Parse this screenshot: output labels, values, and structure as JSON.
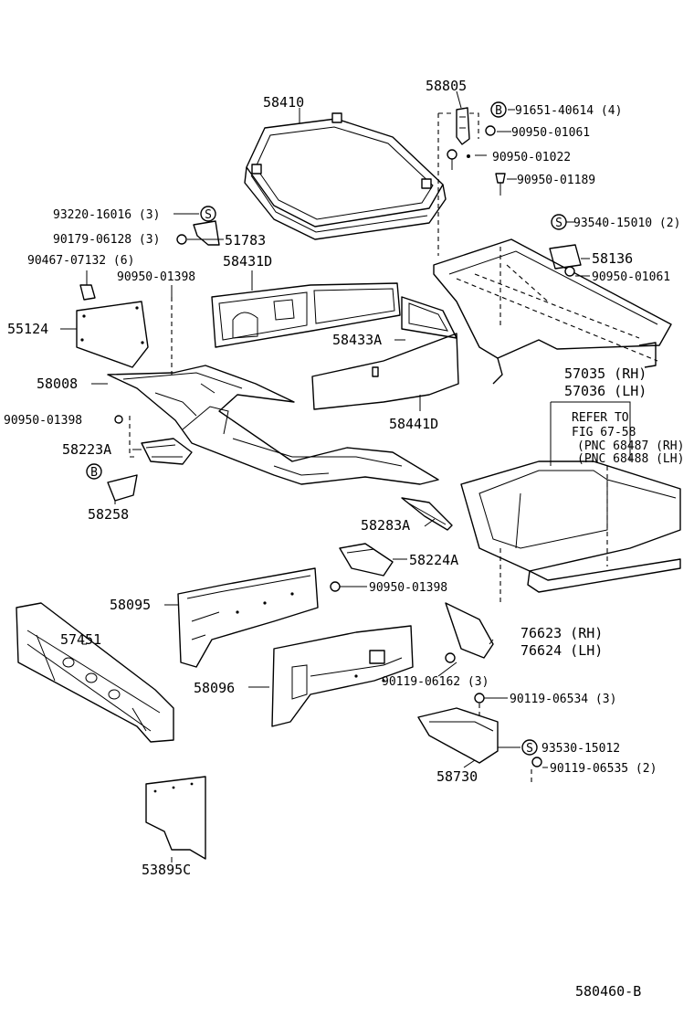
{
  "diagram_id": "580460-B",
  "parts": [
    {
      "key": "p58410",
      "label": "58410"
    },
    {
      "key": "p58805",
      "label": "58805"
    },
    {
      "key": "p91651",
      "label": "91651-40614 (4)"
    },
    {
      "key": "p90950a",
      "label": "90950-01061"
    },
    {
      "key": "p90950b",
      "label": "90950-01022"
    },
    {
      "key": "p90950c",
      "label": "90950-01189"
    },
    {
      "key": "p93220",
      "label": "93220-16016 (3)"
    },
    {
      "key": "p90179",
      "label": "90179-06128 (3)"
    },
    {
      "key": "p51783",
      "label": "51783"
    },
    {
      "key": "p90467",
      "label": "90467-07132 (6)"
    },
    {
      "key": "p58431",
      "label": "58431D"
    },
    {
      "key": "p90950d",
      "label": "90950-01398"
    },
    {
      "key": "p93540",
      "label": "93540-15010 (2)"
    },
    {
      "key": "p58136",
      "label": "58136"
    },
    {
      "key": "p90950e",
      "label": "90950-01061"
    },
    {
      "key": "p55124",
      "label": "55124"
    },
    {
      "key": "p58433",
      "label": "58433A"
    },
    {
      "key": "p58008",
      "label": "58008"
    },
    {
      "key": "p57035",
      "label": "57035 (RH)"
    },
    {
      "key": "p57036",
      "label": "57036 (LH)"
    },
    {
      "key": "p58441",
      "label": "58441D"
    },
    {
      "key": "p90950f",
      "label": "90950-01398"
    },
    {
      "key": "p58223",
      "label": "58223A"
    },
    {
      "key": "p58258",
      "label": "58258"
    },
    {
      "key": "p58283",
      "label": "58283A"
    },
    {
      "key": "p58224",
      "label": "58224A"
    },
    {
      "key": "p90950g",
      "label": "90950-01398"
    },
    {
      "key": "p58095",
      "label": "58095"
    },
    {
      "key": "p57451",
      "label": "57451"
    },
    {
      "key": "p76623",
      "label": "76623 (RH)"
    },
    {
      "key": "p76624",
      "label": "76624 (LH)"
    },
    {
      "key": "p58096",
      "label": "58096"
    },
    {
      "key": "p90119a",
      "label": "90119-06162 (3)"
    },
    {
      "key": "p90119b",
      "label": "90119-06534 (3)"
    },
    {
      "key": "p93530",
      "label": "93530-15012"
    },
    {
      "key": "p58730",
      "label": "58730"
    },
    {
      "key": "p90119c",
      "label": "90119-06535 (2)"
    },
    {
      "key": "p53895",
      "label": "53895C"
    }
  ],
  "refer": {
    "line1": "REFER TO",
    "line2": "FIG 67-58",
    "line3": "(PNC 68487 (RH)",
    "line4": "(PNC 68488 (LH)"
  },
  "markers": {
    "s": "S",
    "b": "B"
  }
}
